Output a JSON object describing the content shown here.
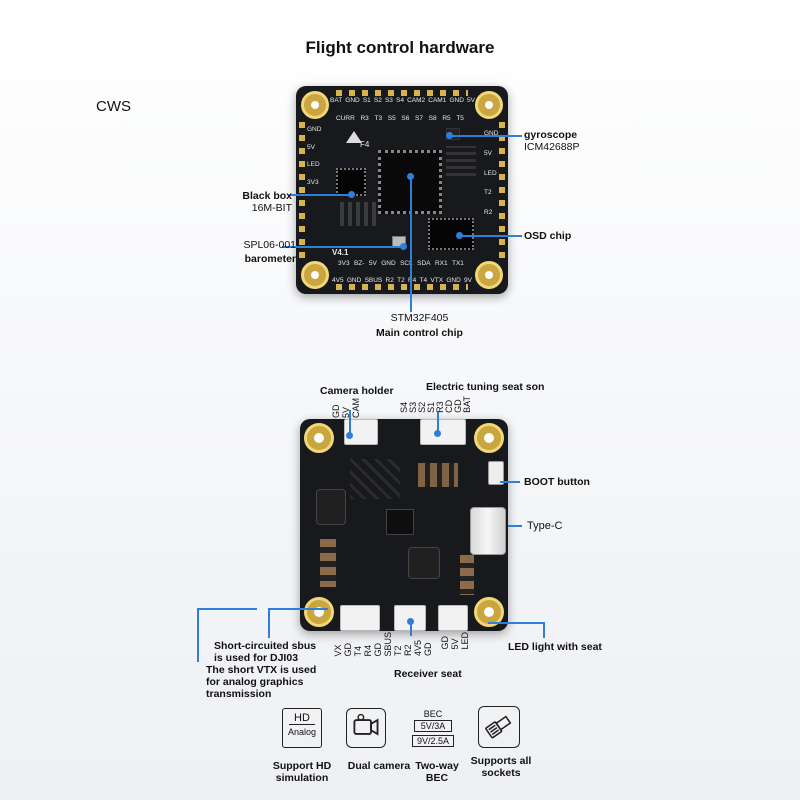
{
  "title": "Flight control hardware",
  "watermark": "CWS",
  "top_board": {
    "silk": {
      "f4": "F4",
      "version": "V4.1"
    },
    "top_pins_row1": [
      "BAT",
      "GND",
      "S1",
      "S2",
      "S3",
      "S4",
      "CAM2",
      "CAM1",
      "GND",
      "5V"
    ],
    "top_pins_row2": [
      "CURR",
      "R3",
      "T3",
      "S5",
      "S6",
      "S7",
      "S8",
      "R5",
      "T5"
    ],
    "bottom_pins_row1": [
      "3V3",
      "BZ-",
      "5V",
      "GND",
      "SCL",
      "SDA",
      "RX1",
      "TX1"
    ],
    "bottom_pins_row2": [
      "4V5",
      "GND",
      "SBUS",
      "R2",
      "T2",
      "R4",
      "T4",
      "VTX",
      "GND",
      "9V"
    ],
    "left_pins": [
      "GND",
      "5V",
      "LED",
      "3V3"
    ],
    "right_pins": [
      "GND",
      "5V",
      "LED",
      "T2",
      "R2"
    ],
    "labels": {
      "gyro_name": "gyroscope",
      "gyro_part": "ICM42688P",
      "blackbox_name": "Black box",
      "blackbox_size": "16M-BIT",
      "osd": "OSD chip",
      "baro_part": "SPL06-001",
      "baro_name": "barometer",
      "mcu_part": "STM32F405",
      "mcu_name": "Main control chip"
    }
  },
  "bottom_board": {
    "labels": {
      "camera_holder": "Camera holder",
      "esc_seat": "Electric tuning seat son",
      "boot": "BOOT button",
      "typec": "Type-C",
      "led_seat": "LED light with seat",
      "receiver_seat": "Receiver seat",
      "sbus_note": "Short-circuited sbus is used for DJI03",
      "vtx_note": "The short VTX is used for analog graphics transmission"
    },
    "cam_pins": [
      "CAM",
      "5V",
      "GD"
    ],
    "esc_pins": [
      "BAT",
      "GD",
      "CD",
      "R3",
      "S1",
      "S2",
      "S3",
      "S4"
    ],
    "left_bottom_pins": [
      "VX",
      "GD",
      "T4",
      "R4",
      "GD",
      "SBUS"
    ],
    "mid_bottom_pins": [
      "T2",
      "R2",
      "4V5",
      "GD"
    ],
    "right_bottom_pins": [
      "GD",
      "5V",
      "LED"
    ]
  },
  "features": [
    {
      "label": "Support HD simulation",
      "icon": "hd-analog-icon",
      "icon_text": [
        "HD",
        "Analog"
      ]
    },
    {
      "label": "Dual camera",
      "icon": "camera-icon",
      "icon_text": []
    },
    {
      "label": "Two-way BEC",
      "icon": "bec-icon",
      "icon_text": [
        "BEC",
        "5V/3A",
        "9V/2.5A"
      ]
    },
    {
      "label": "Supports all sockets",
      "icon": "socket-icon",
      "icon_text": []
    }
  ]
}
